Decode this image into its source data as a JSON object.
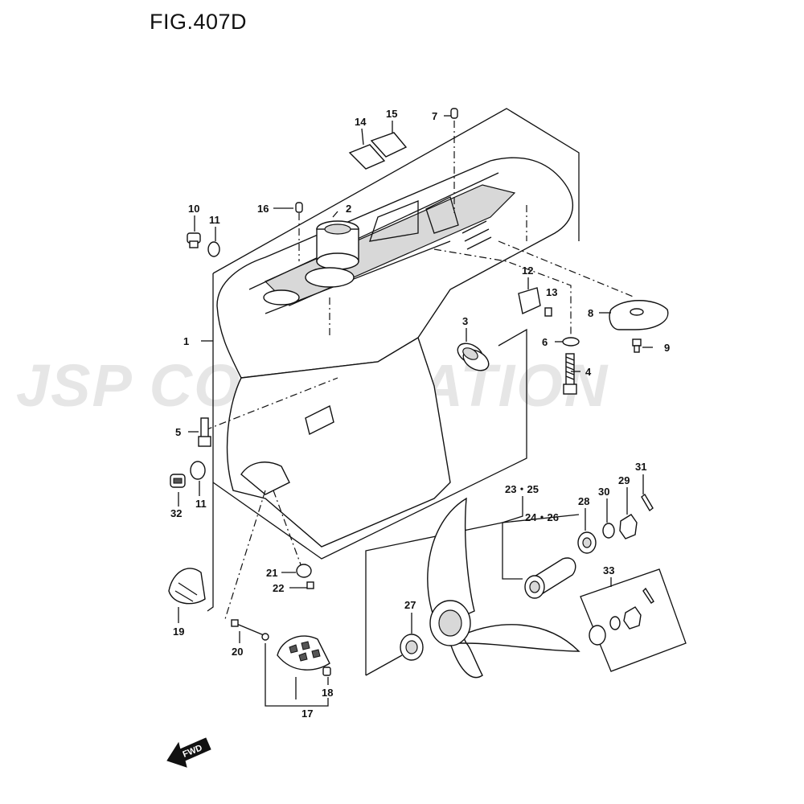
{
  "figure": {
    "title": "FIG.407D"
  },
  "watermark": {
    "text": "JSP CORPORATION"
  },
  "fwd_arrow": {
    "label": "FWD"
  },
  "callouts": [
    {
      "id": "1",
      "label": "1"
    },
    {
      "id": "2",
      "label": "2"
    },
    {
      "id": "3",
      "label": "3"
    },
    {
      "id": "4",
      "label": "4"
    },
    {
      "id": "5",
      "label": "5"
    },
    {
      "id": "6",
      "label": "6"
    },
    {
      "id": "7",
      "label": "7"
    },
    {
      "id": "8",
      "label": "8"
    },
    {
      "id": "9",
      "label": "9"
    },
    {
      "id": "10",
      "label": "10"
    },
    {
      "id": "11a",
      "label": "11"
    },
    {
      "id": "11b",
      "label": "11"
    },
    {
      "id": "12",
      "label": "12"
    },
    {
      "id": "13",
      "label": "13"
    },
    {
      "id": "14",
      "label": "14"
    },
    {
      "id": "15",
      "label": "15"
    },
    {
      "id": "16",
      "label": "16"
    },
    {
      "id": "17",
      "label": "17"
    },
    {
      "id": "18",
      "label": "18"
    },
    {
      "id": "19",
      "label": "19"
    },
    {
      "id": "20",
      "label": "20"
    },
    {
      "id": "21",
      "label": "21"
    },
    {
      "id": "22",
      "label": "22"
    },
    {
      "id": "23-25",
      "label": "23・25"
    },
    {
      "id": "24-26",
      "label": "24・26"
    },
    {
      "id": "27",
      "label": "27"
    },
    {
      "id": "28",
      "label": "28"
    },
    {
      "id": "29",
      "label": "29"
    },
    {
      "id": "30",
      "label": "30"
    },
    {
      "id": "31",
      "label": "31"
    },
    {
      "id": "32",
      "label": "32"
    },
    {
      "id": "33",
      "label": "33"
    }
  ]
}
